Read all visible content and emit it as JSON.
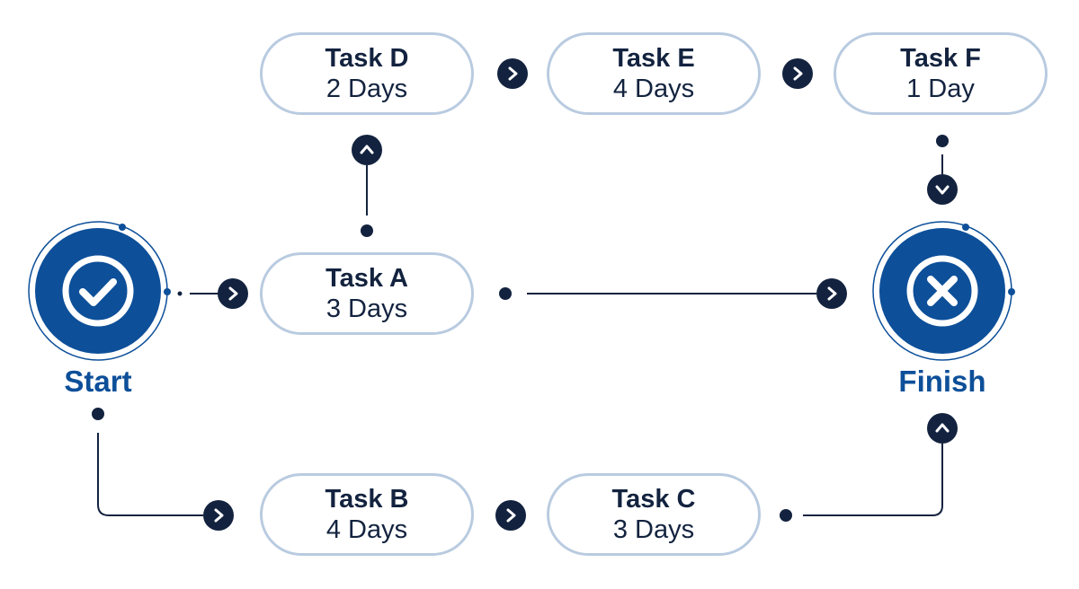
{
  "start": {
    "label": "Start",
    "icon": "check-icon"
  },
  "finish": {
    "label": "Finish",
    "icon": "close-icon"
  },
  "tasks": {
    "a": {
      "name": "Task A",
      "duration": "3 Days"
    },
    "b": {
      "name": "Task B",
      "duration": "4 Days"
    },
    "c": {
      "name": "Task C",
      "duration": "3 Days"
    },
    "d": {
      "name": "Task D",
      "duration": "2 Days"
    },
    "e": {
      "name": "Task E",
      "duration": "4 Days"
    },
    "f": {
      "name": "Task F",
      "duration": "1 Day"
    }
  },
  "connections": [
    {
      "from": "Start",
      "to": "Task A"
    },
    {
      "from": "Start",
      "to": "Task B"
    },
    {
      "from": "Task A",
      "to": "Task D"
    },
    {
      "from": "Task A",
      "to": "Finish"
    },
    {
      "from": "Task D",
      "to": "Task E"
    },
    {
      "from": "Task E",
      "to": "Task F"
    },
    {
      "from": "Task F",
      "to": "Finish"
    },
    {
      "from": "Task B",
      "to": "Task C"
    },
    {
      "from": "Task C",
      "to": "Finish"
    }
  ],
  "colors": {
    "primary": "#0d4f99",
    "dark": "#13233f",
    "border": "#b9cbe0",
    "background": "#ffffff"
  }
}
